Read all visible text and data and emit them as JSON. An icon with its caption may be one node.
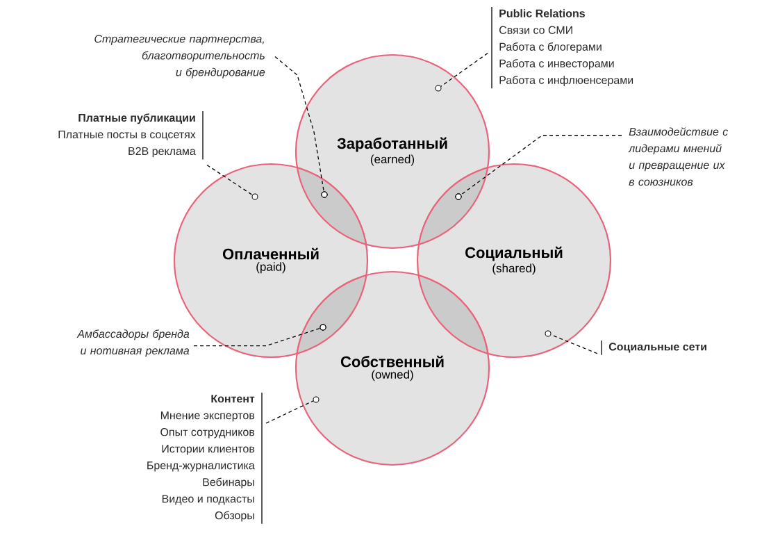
{
  "diagram": {
    "nodes": [
      {
        "text": [
          "Заработанный",
          "(earned)"
        ]
      },
      {
        "text": [
          "Оплаченный",
          "(paid)"
        ]
      },
      {
        "text": [
          "Социальный",
          "(shared)"
        ]
      },
      {
        "text": [
          "Собственный",
          "(owned)"
        ]
      },
      {
        "text": [
          "Стратегические партнерства, благотворительность и брендирование"
        ]
      },
      {
        "text": [
          "Public Relations",
          "Связи со СМИ",
          "Работа с блогерами",
          "Работа с инвесторами",
          "Работа с инфлюенсерами"
        ]
      },
      {
        "text": [
          "Платные публикации",
          "Платные посты в соцсетях",
          "B2B реклама"
        ]
      },
      {
        "text": [
          "Взаимодействие с лидерами мнений и превращение их в союзников"
        ]
      },
      {
        "text": [
          "Амбассадоры бренда и нотивная реклама"
        ]
      },
      {
        "text": [
          "Контент",
          "Мнение экспертов",
          "Опыт сотрудников",
          "Истории клиентов",
          "Бренд-журналистика",
          "Вебинары",
          "Видео и подкасты",
          "Обзоры"
        ]
      },
      {
        "text": [
          "Социальные сети"
        ]
      },
      {
        "text": [],
        "shape": "circle",
        "in": 0
      },
      {
        "text": [],
        "shape": "circle"
      },
      {
        "text": [],
        "shape": "circle",
        "in": 1
      },
      {
        "text": [],
        "shape": "circle"
      },
      {
        "text": [],
        "shape": "circle"
      },
      {
        "text": [],
        "shape": "circle",
        "in": 2
      },
      {
        "text": [],
        "shape": "circle",
        "in": 3
      }
    ],
    "edges": [
      {
        "from": 4,
        "to": 12,
        "arrow": "none",
        "style": "dashed"
      },
      {
        "from": 5,
        "to": 11,
        "arrow": "none",
        "style": "dashed"
      },
      {
        "from": 6,
        "to": 13,
        "arrow": "none",
        "style": "dashed"
      },
      {
        "from": 7,
        "to": 14,
        "arrow": "none",
        "style": "dashed"
      },
      {
        "from": 8,
        "to": 15,
        "arrow": "none",
        "style": "dashed"
      },
      {
        "from": 9,
        "to": 17,
        "arrow": "none",
        "style": "dashed"
      },
      {
        "from": 10,
        "to": 16,
        "arrow": "none",
        "style": "dashed"
      }
    ]
  }
}
